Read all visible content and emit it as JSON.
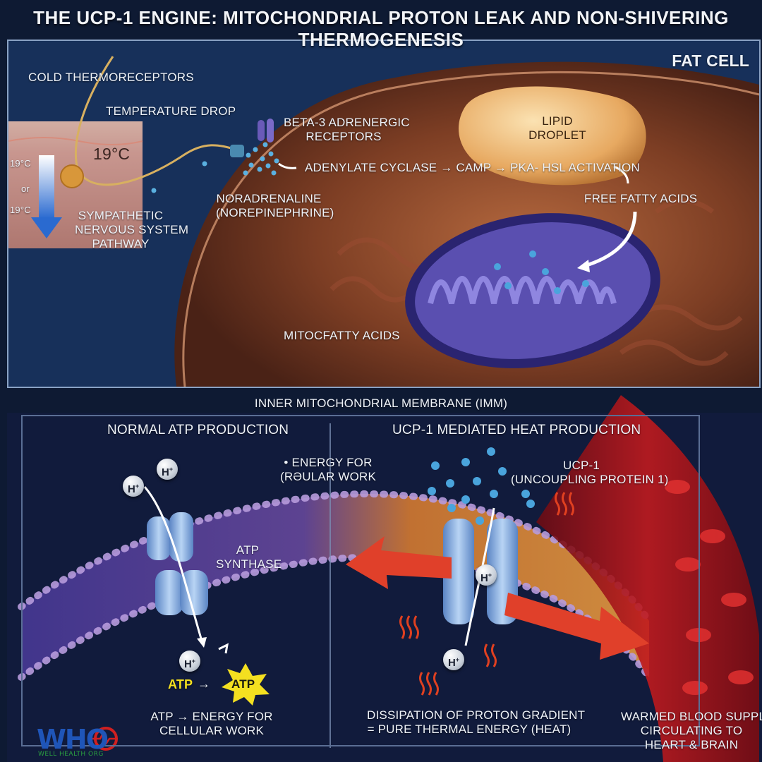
{
  "title": "THE UCP-1 ENGINE: MITOCHONDRIAL PROTON LEAK AND NON-SHIVERING THERMOGENESIS",
  "top_panel": {
    "fat_cell": "FAT CELL",
    "cold_thermoreceptors": "COLD THERMORECEPTORS",
    "temperature_drop": "TEMPERATURE DROP",
    "temp_big": "19°C",
    "temp_scale_top": "19°C",
    "temp_scale_or": "or",
    "temp_scale_bottom": "19°C",
    "sympathetic": [
      "SYMPATHETIC",
      "NERVOUS SYSTEM",
      "PATHWAY"
    ],
    "beta3": [
      "BETA-3 ADRENERGIC",
      "RECEPTORS"
    ],
    "noradrenaline": [
      "NORADRENALINE",
      "(NOREPINEPHRINE)"
    ],
    "cascade": "ADENYLATE CYCLASE → CAMP → PKA- HSL ACTIVATION",
    "lipid_droplet": [
      "LIPID",
      "DROPLET"
    ],
    "free_fatty_acids": "FREE FATTY ACIDS",
    "mito_fatty_acids": "MITOCFATTY ACIDS"
  },
  "bottom_panel": {
    "imm_title": "INNER MITOCHONDRIAL MEMBRANE (IMM)",
    "normal_title": "NORMAL ATP PRODUCTION",
    "ucp_title": "UCP-1 MEDIATED HEAT PRODUCTION",
    "energy_work": [
      "• ENERGY FOR",
      "(RƏULAR WORK"
    ],
    "ucp1_label": [
      "UCP-1",
      "(UNCOUPLING PROTEIN 1)"
    ],
    "atp_synthase": [
      "ATP",
      "SYNTHASE"
    ],
    "h_ion": "H",
    "h_sup": "+",
    "atp_left": "ATP",
    "atp_arrow": "→",
    "atp_burst": "ATP",
    "atp_energy": [
      "ATP → ENERGY FOR",
      "CELLULAR WORK"
    ],
    "dissipation": [
      "DISSIPATION OF PROTON GRADIENT",
      "= PURE THERMAL ENERGY (HEAT)"
    ],
    "warmed_blood": [
      "WARMED BLOOD SUPPLY",
      "CIRCULATING TO",
      "HEART & BRAIN"
    ]
  },
  "logo": {
    "text": "WHO",
    "sub": "WELL HEALTH ORG"
  },
  "colors": {
    "background": "#0e1a33",
    "cell": "#8a4a2c",
    "mitochondrion": "#5a4fb0",
    "heat": "#e0502a",
    "blood": "#b01818",
    "ucp_protein": "#8fb4e0"
  }
}
